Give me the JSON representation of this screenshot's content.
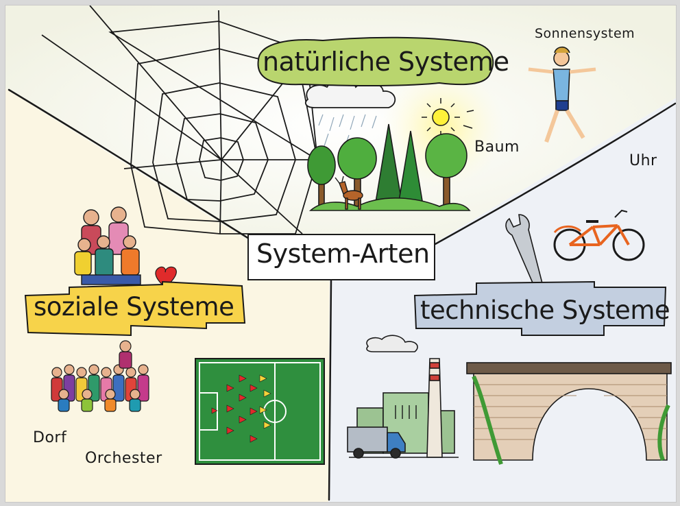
{
  "title": "System-Arten",
  "sections": {
    "natural": {
      "heading": "natürliche Systeme",
      "labels": {
        "sun_system": "Sonnensystem",
        "tree": "Baum"
      },
      "color": "#b9d56e"
    },
    "social": {
      "heading": "soziale Systeme",
      "labels": {
        "village": "Dorf",
        "orchestra": "Orchester"
      },
      "color": "#f7d34a"
    },
    "technical": {
      "heading": "technische Systeme",
      "labels": {
        "clock": "Uhr"
      },
      "color": "#c3cfe0"
    }
  },
  "icons": [
    "spider-web-icon",
    "cloud-rain-icon",
    "sun-icon",
    "forest-icon",
    "deer-icon",
    "person-star-icon",
    "family-icon",
    "heart-icon",
    "crowd-icon",
    "soccer-field-icon",
    "wrench-icon",
    "bicycle-icon",
    "factory-icon",
    "truck-icon",
    "stone-bridge-icon"
  ]
}
